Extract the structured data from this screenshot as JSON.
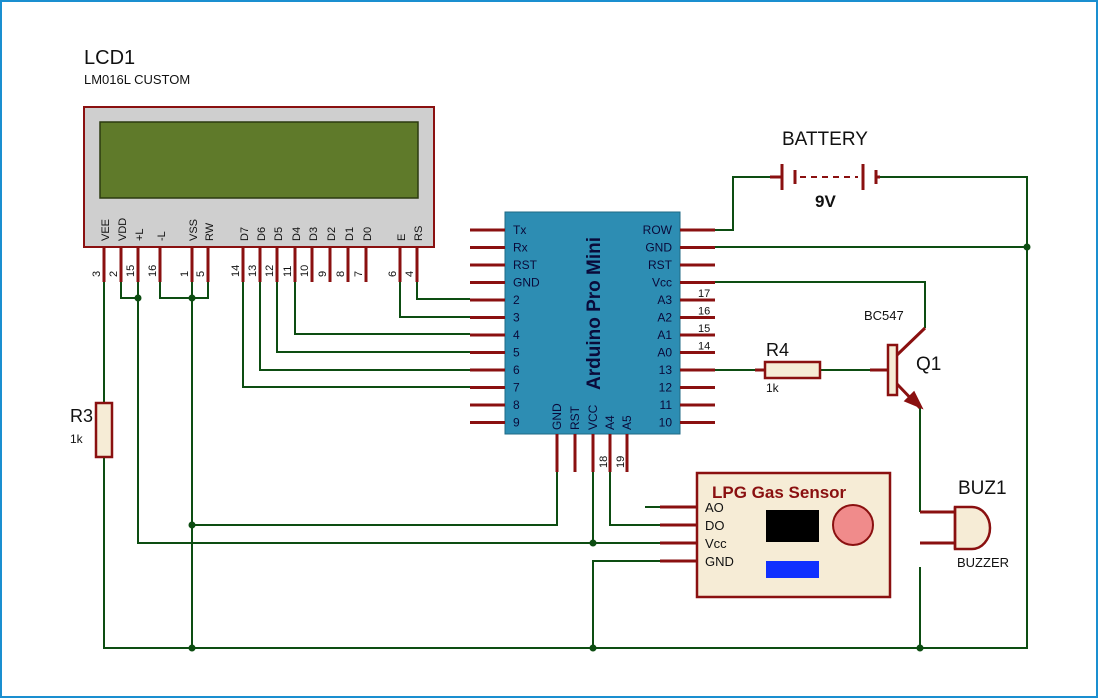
{
  "lcd": {
    "ref": "LCD1",
    "model": "LM016L CUSTOM",
    "pins": [
      {
        "name": "VEE",
        "num": "3"
      },
      {
        "name": "VDD",
        "num": "2"
      },
      {
        "name": "+L",
        "num": "15"
      },
      {
        "name": "-L",
        "num": "16"
      },
      {
        "name": "VSS",
        "num": "1"
      },
      {
        "name": "RW",
        "num": "5"
      },
      {
        "name": "D7",
        "num": "14"
      },
      {
        "name": "D6",
        "num": "13"
      },
      {
        "name": "D5",
        "num": "12"
      },
      {
        "name": "D4",
        "num": "11"
      },
      {
        "name": "D3",
        "num": "10"
      },
      {
        "name": "D2",
        "num": "9"
      },
      {
        "name": "D1",
        "num": "8"
      },
      {
        "name": "D0",
        "num": "7"
      },
      {
        "name": "E",
        "num": "6"
      },
      {
        "name": "RS",
        "num": "4"
      }
    ]
  },
  "battery": {
    "label": "BATTERY",
    "voltage": "9V"
  },
  "arduino": {
    "title": "Arduino Pro Mini",
    "left_pins": [
      "Tx",
      "Rx",
      "RST",
      "GND",
      "2",
      "3",
      "4",
      "5",
      "6",
      "7",
      "8",
      "9"
    ],
    "right_pins": [
      {
        "name": "ROW",
        "num": ""
      },
      {
        "name": "GND",
        "num": ""
      },
      {
        "name": "RST",
        "num": ""
      },
      {
        "name": "Vcc",
        "num": ""
      },
      {
        "name": "A3",
        "num": "17"
      },
      {
        "name": "A2",
        "num": "16"
      },
      {
        "name": "A1",
        "num": "15"
      },
      {
        "name": "A0",
        "num": "14"
      },
      {
        "name": "13",
        "num": ""
      },
      {
        "name": "12",
        "num": ""
      },
      {
        "name": "11",
        "num": ""
      },
      {
        "name": "10",
        "num": ""
      }
    ],
    "bottom_pins": [
      {
        "name": "GND",
        "num": ""
      },
      {
        "name": "RST",
        "num": ""
      },
      {
        "name": "VCC",
        "num": ""
      },
      {
        "name": "A4",
        "num": "18"
      },
      {
        "name": "A5",
        "num": "19"
      }
    ]
  },
  "r3": {
    "ref": "R3",
    "value": "1k"
  },
  "r4": {
    "ref": "R4",
    "value": "1k"
  },
  "q1": {
    "ref": "Q1",
    "model": "BC547"
  },
  "buzzer": {
    "ref": "BUZ1",
    "label": "BUZZER"
  },
  "sensor": {
    "title": "LPG Gas Sensor",
    "pins": [
      "AO",
      "DO",
      "Vcc",
      "GND"
    ]
  },
  "colors": {
    "wire": "#0d4d12",
    "pin": "#8a1010",
    "lcd_screen": "#5f7a2a",
    "lcd_body": "#cfcfcf",
    "arduino": "#2d8db3",
    "arduino_text": "#0a0a3a",
    "sensor_title": "#8a1010",
    "sensor_black": "#000000",
    "sensor_blue": "#1030ff",
    "sensor_circle": "#f08b8b"
  }
}
